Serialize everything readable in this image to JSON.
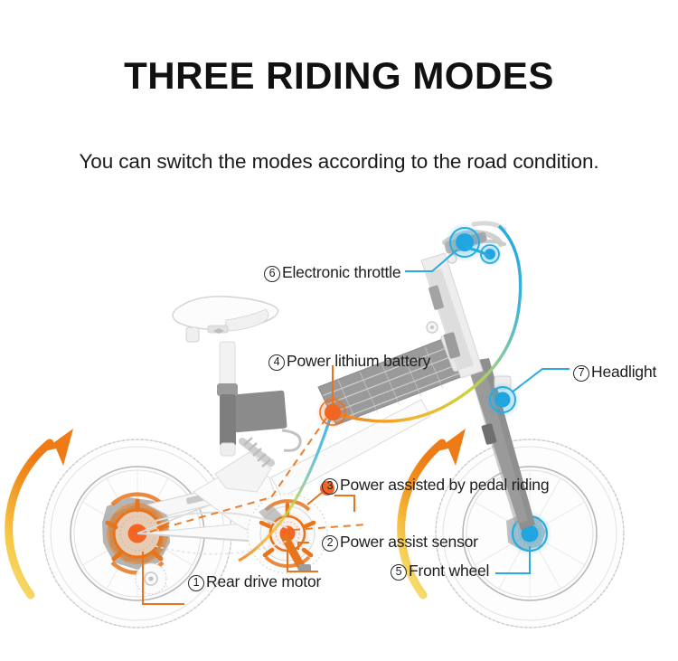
{
  "header": {
    "title": "THREE RIDING MODES",
    "subtitle": "You can switch the modes according to the road condition."
  },
  "diagram": {
    "subject": "folding electric bicycle cutaway",
    "callouts": [
      {
        "number": "1",
        "marker": "①",
        "label": "Rear drive motor",
        "accent": "#E8741C",
        "anchor": "rear-wheel-hub"
      },
      {
        "number": "2",
        "marker": "②",
        "label": "Power assist sensor",
        "accent": "#E8741C",
        "anchor": "crank-bottom-bracket"
      },
      {
        "number": "3",
        "marker": "③",
        "label": "Power assisted by pedal riding",
        "accent": "#E8741C",
        "anchor": "crank-arm"
      },
      {
        "number": "4",
        "marker": "④",
        "label": "Power lithium battery",
        "accent": "#F26522",
        "anchor": "battery-pack"
      },
      {
        "number": "5",
        "marker": "⑤",
        "label": "Front wheel",
        "accent": "#29ABE2",
        "anchor": "front-wheel-hub"
      },
      {
        "number": "6",
        "marker": "⑥",
        "label": "Electronic throttle",
        "accent": "#29ABE2",
        "anchor": "handlebar-throttle"
      },
      {
        "number": "7",
        "marker": "⑦",
        "label": "Headlight",
        "accent": "#29ABE2",
        "anchor": "headlight-mount"
      }
    ],
    "colors": {
      "electric_blue": "#29ABE2",
      "power_orange": "#F07D1A",
      "deep_orange": "#F26522",
      "arrow_yellow": "#F6D44B",
      "frame_gray": "#8A8A8A",
      "outline_gray": "#BDBDBD",
      "text_dark": "#1D1D1D",
      "background": "#FFFFFF"
    },
    "rotation_arrows": [
      {
        "name": "rear-wheel-rotation-arrow",
        "direction": "counter-clockwise",
        "gradient": [
          "#F6D44B",
          "#F07D1A"
        ]
      },
      {
        "name": "front-wheel-rotation-arrow",
        "direction": "counter-clockwise",
        "gradient": [
          "#F6D44B",
          "#F07D1A"
        ]
      }
    ],
    "power_cable": {
      "name": "power-cable",
      "description": "gradient cable from battery to handlebar controls",
      "gradient": [
        "#F07D1A",
        "#F6D44B",
        "#8CC63F",
        "#29ABE2"
      ]
    }
  }
}
